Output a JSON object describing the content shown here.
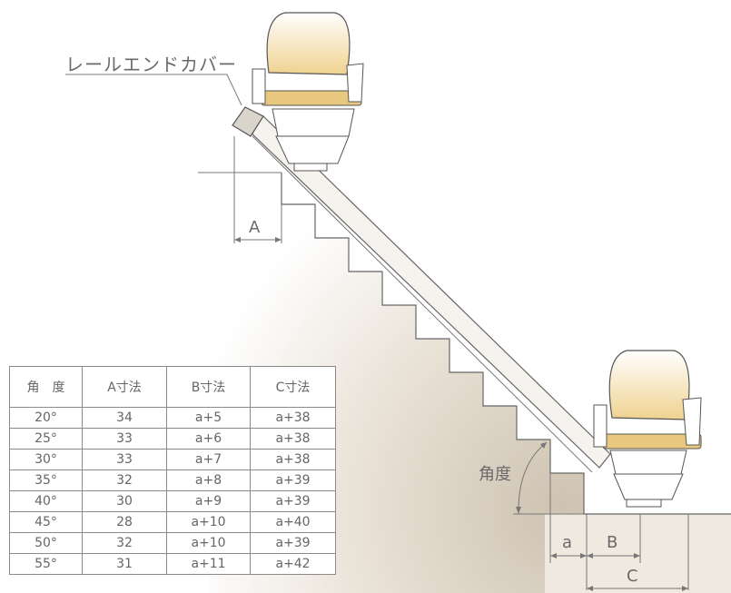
{
  "callout_label": "レールエンドカバー",
  "dimensions": {
    "A": "A",
    "a": "a",
    "B": "B",
    "C": "C",
    "angle": "角度"
  },
  "table": {
    "headers": [
      "角　度",
      "A寸法",
      "B寸法",
      "C寸法"
    ],
    "rows": [
      [
        "20°",
        "34",
        "a+5",
        "a+38"
      ],
      [
        "25°",
        "33",
        "a+6",
        "a+38"
      ],
      [
        "30°",
        "33",
        "a+7",
        "a+38"
      ],
      [
        "35°",
        "32",
        "a+8",
        "a+39"
      ],
      [
        "40°",
        "30",
        "a+9",
        "a+39"
      ],
      [
        "45°",
        "28",
        "a+10",
        "a+40"
      ],
      [
        "50°",
        "32",
        "a+10",
        "a+39"
      ],
      [
        "55°",
        "31",
        "a+11",
        "a+42"
      ]
    ]
  },
  "colors": {
    "line": "#777777",
    "seat": "#f3dfa6",
    "wall": "#e9e1d6",
    "wall_dark": "#cfc4b3"
  }
}
